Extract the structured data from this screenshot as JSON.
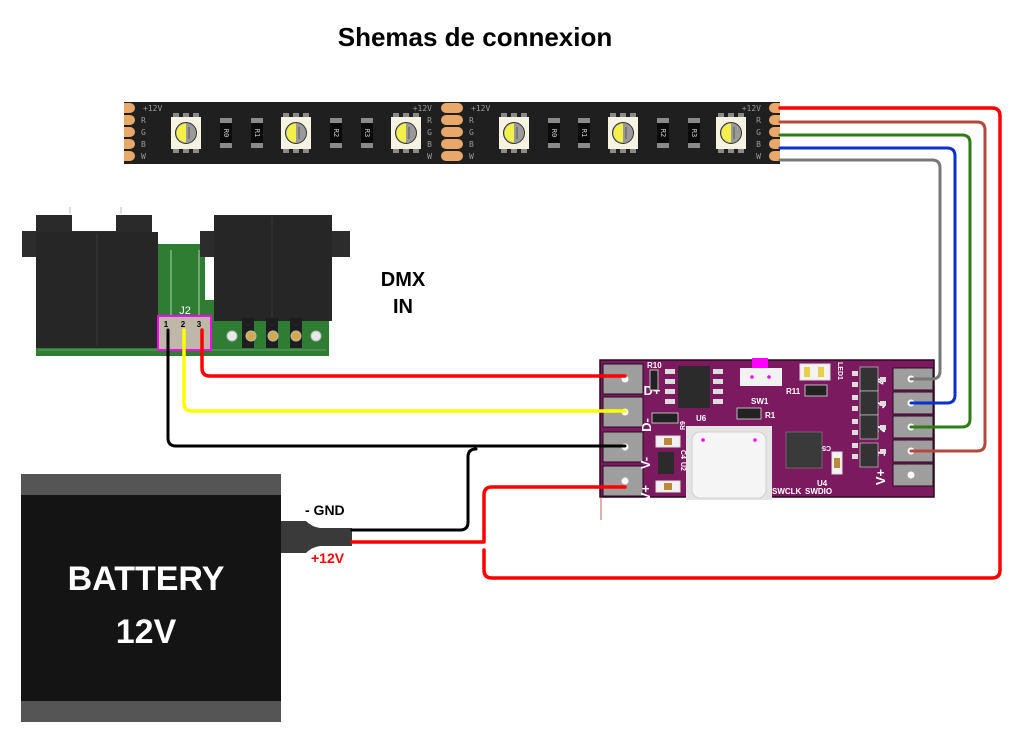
{
  "title": "Shemas de connexion",
  "led_strip": {
    "pad_labels": [
      "+12V",
      "R",
      "G",
      "B",
      "W"
    ],
    "resistor_labels": [
      "R0",
      "R1",
      "R2",
      "R3"
    ],
    "led_count": 6,
    "colors": {
      "body": "#1f1f1f",
      "pad": "#e7a86a",
      "led_body": "#f7f3e3",
      "led_yellow": "#f3f04a"
    }
  },
  "dmx": {
    "label_line1": "DMX",
    "label_line2": "IN",
    "connector_ref": "J2",
    "pin_labels": [
      "1",
      "2",
      "3"
    ],
    "colors": {
      "pcb": "#2e7d32",
      "shell": "#262626",
      "outline": "#ff00ff"
    }
  },
  "controller_board": {
    "left_pads": [
      {
        "label": "D+"
      },
      {
        "label": "D-"
      },
      {
        "label": "V-"
      },
      {
        "label": "V+"
      }
    ],
    "right_pads": [
      {
        "label": "4"
      },
      {
        "label": "3"
      },
      {
        "label": "2"
      },
      {
        "label": "1"
      },
      {
        "label": "V+"
      }
    ],
    "component_labels": {
      "r10": "R10",
      "r9": "R9",
      "u6": "U6",
      "sw1": "SW1",
      "r11": "R11",
      "r1": "R1",
      "led1": "LED1",
      "c4": "C4",
      "u2": "U2",
      "c5": "C5",
      "u4": "U4",
      "swclk": "SWCLK",
      "swdio": "SWDIO"
    },
    "colors": {
      "pcb": "#7b1a5e",
      "pad": "#9e9e9e"
    }
  },
  "battery": {
    "label_line1": "BATTERY",
    "label_line2": "12V",
    "gnd_label": "- GND",
    "plus_label": "+12V",
    "colors": {
      "body": "#141414",
      "band": "#555555"
    }
  },
  "wires": {
    "colors": {
      "v12": "#ff0000",
      "red_channel": "#b5483d",
      "green_channel": "#2e7d12",
      "blue_channel": "#0b2fd0",
      "white_channel": "#777777",
      "gnd": "#000000",
      "dmx_data": "#ffff00"
    }
  }
}
